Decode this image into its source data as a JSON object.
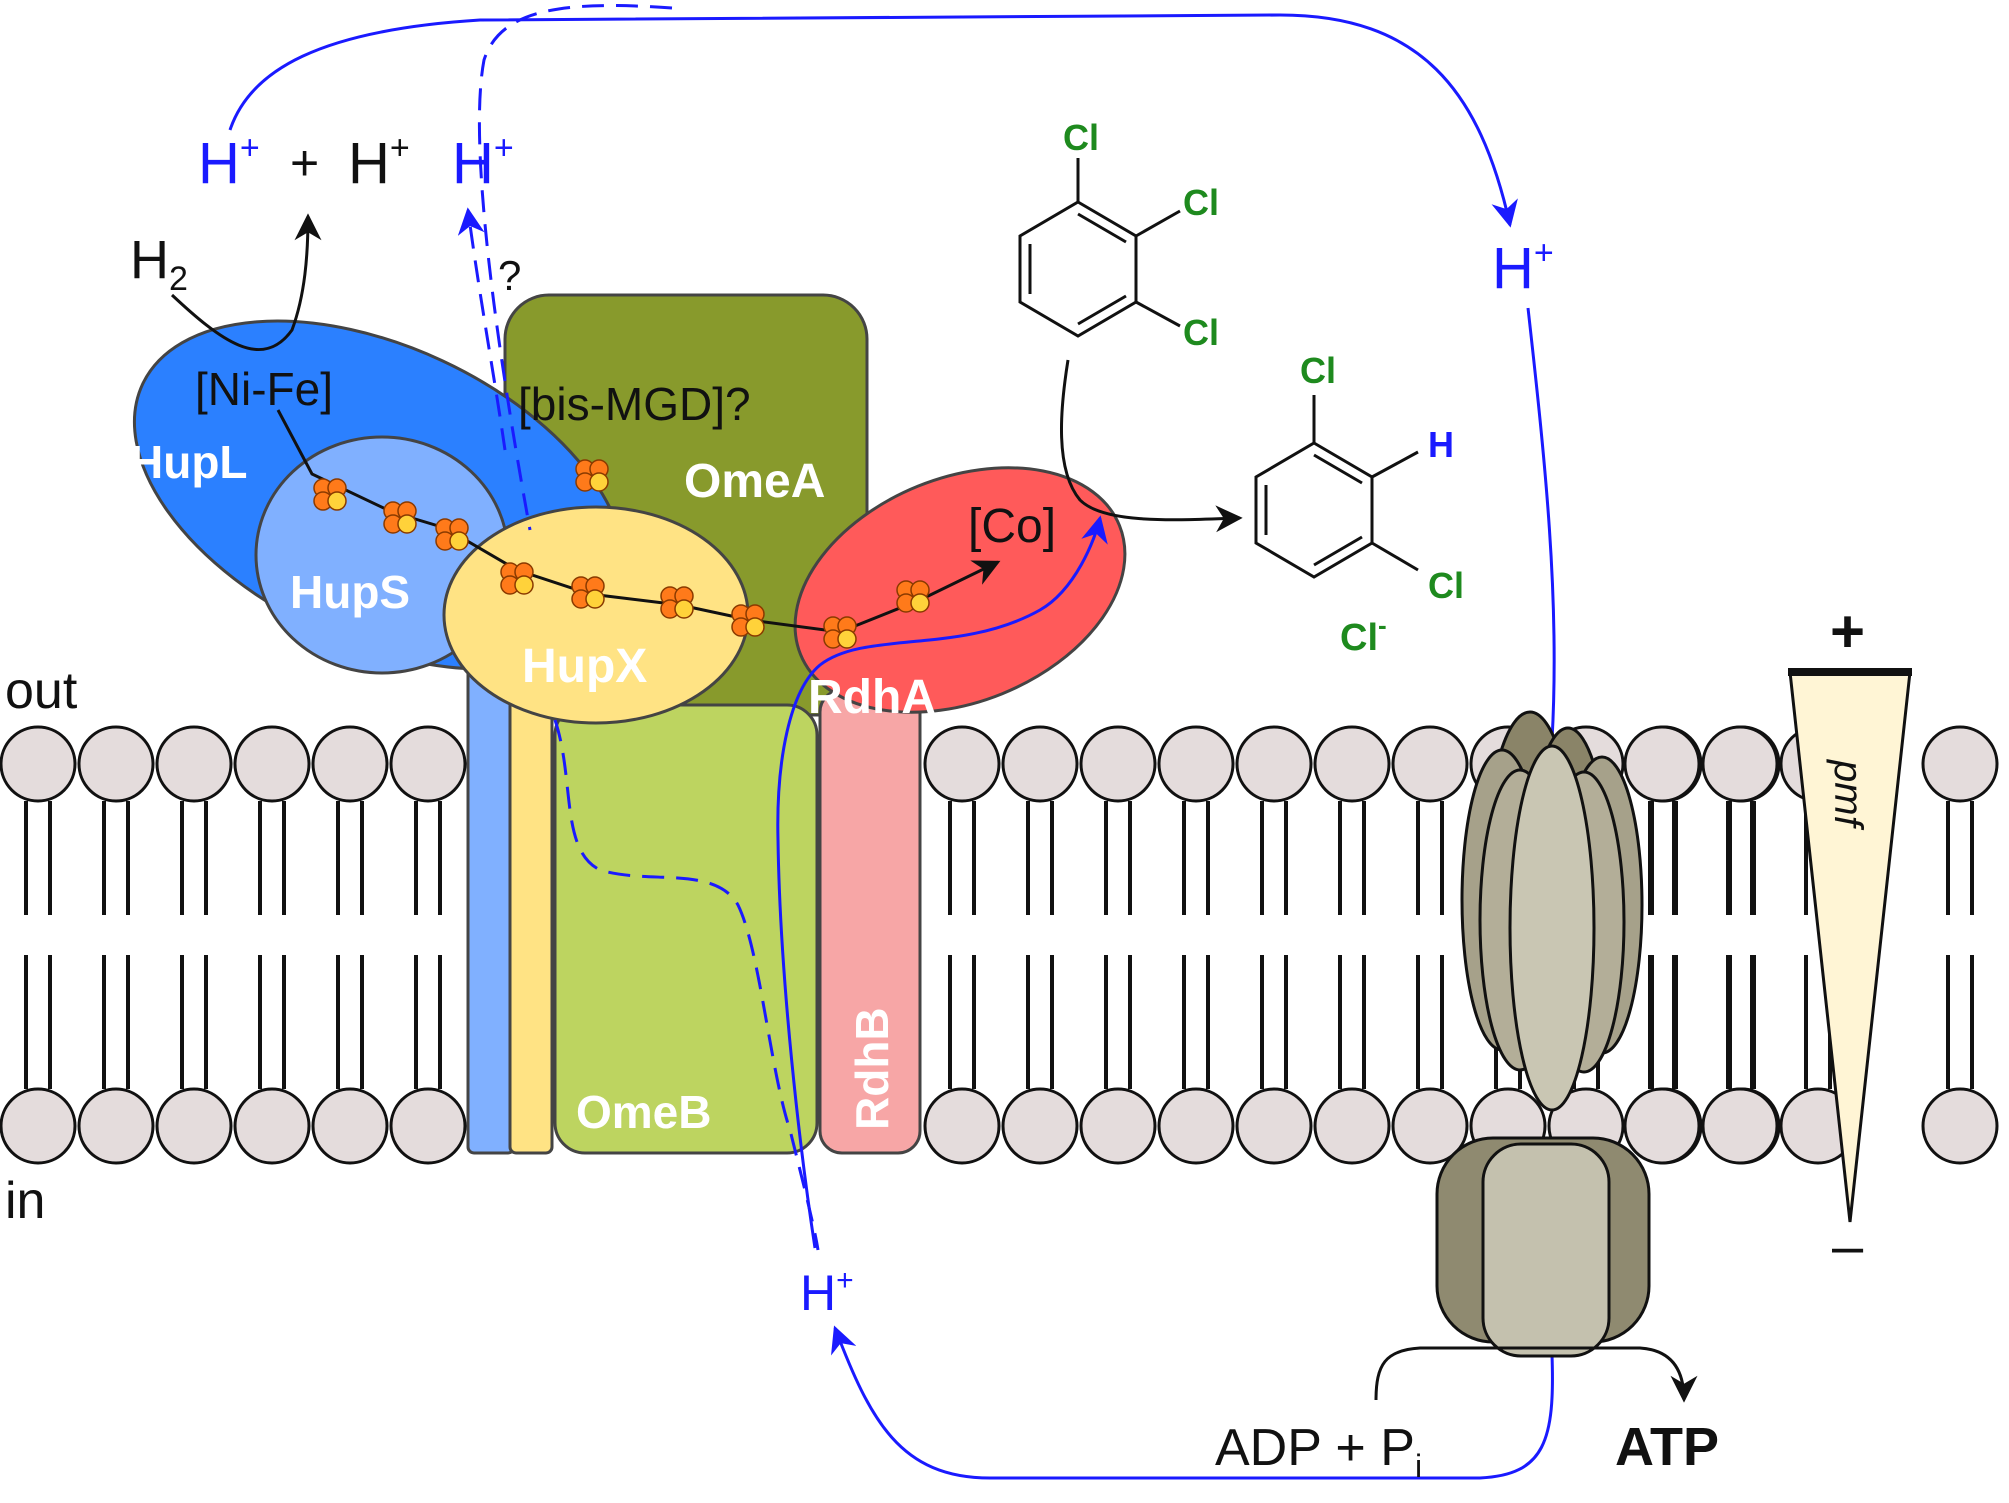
{
  "colors": {
    "proton": "#1a1aff",
    "chlorine": "#1e8a1e",
    "hupL": "#2b80ff",
    "hupS": "#80b0ff",
    "hupX": "#ffe384",
    "omeA": "#889a2c",
    "omeB": "#bdd460",
    "rdhA": "#ff5a5a",
    "rdhB": "#f7a6a6",
    "lipid": "#e4dcdc",
    "atp_synthase": "#8f8a70",
    "pmf_wedge": "#fff5d5",
    "fes_cluster": "#ff7a1a"
  },
  "icons": {
    "fes_cluster": "fes-cluster-icon",
    "lipid_head": "lipid-head-icon",
    "benzene": "benzene-ring-icon"
  },
  "membrane": {
    "out": "out",
    "in": "in"
  },
  "proteins": {
    "hupL": "HupL",
    "hupS": "HupS",
    "hupX": "HupX",
    "omeA": "OmeA",
    "omeB": "OmeB",
    "rdhA": "RdhA",
    "rdhB": "RdhB"
  },
  "cofactors": {
    "nife": "[Ni-Fe]",
    "bismgd": "[bis-MGD]?",
    "co": "[Co]"
  },
  "reaction_h2": {
    "h2": "H",
    "h2_sub": "2",
    "h1": "H",
    "plus": "+",
    "h2nd": "H",
    "sup": "+"
  },
  "protons": {
    "dashed_top": "H",
    "right_top": "H",
    "inner": "H",
    "sup": "+",
    "question": "?"
  },
  "chemistry": {
    "cl": "Cl",
    "h": "H",
    "chloride": "Cl",
    "chloride_sup": "-"
  },
  "atp": {
    "adp": "ADP + P",
    "pi_sub": "i",
    "atp": "ATP"
  },
  "pmf": {
    "plus": "+",
    "minus": "–",
    "label": "pmf"
  }
}
